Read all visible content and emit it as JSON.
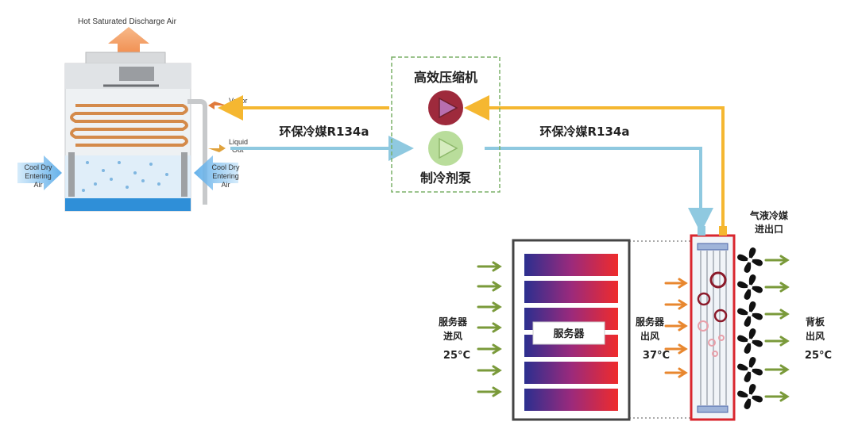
{
  "tower": {
    "top_label": "Hot Saturated Discharge Air",
    "vapor_label": "Vapor",
    "liquid_label_1": "Liquid",
    "liquid_label_2": "Out",
    "left_air": [
      "Cool Dry",
      "Entering",
      "Air"
    ],
    "right_air": [
      "Cool Dry",
      "Entering",
      "Air"
    ]
  },
  "center": {
    "compressor_label": "高效压缩机",
    "pump_label": "制冷剂泵"
  },
  "refrigerant_left": "环保冷媒R134a",
  "refrigerant_right": "环保冷媒R134a",
  "coolant_ports": [
    "气液冷媒",
    "进出口"
  ],
  "server_label": "服务器",
  "server_inlet": {
    "line1": "服务器",
    "line2": "进风",
    "temp": "25°C"
  },
  "server_outlet": {
    "line1": "服务器",
    "line2": "出风",
    "temp": "37°C"
  },
  "backplate_outlet": {
    "line1": "背板",
    "line2": "出风",
    "temp": "25°C"
  },
  "colors": {
    "vapor_line": "#f5b731",
    "liquid_line": "#8fc9e0",
    "compressor": "#9e2a3c",
    "pump": "#b9dd9b",
    "inlet_arrow": "#7a9a3a",
    "outlet_arrow": "#e8872f",
    "backplate_frame": "#d9262e"
  },
  "icons": [
    "upward-arrow-icon",
    "compressor-icon",
    "pump-icon",
    "fan-icon"
  ]
}
